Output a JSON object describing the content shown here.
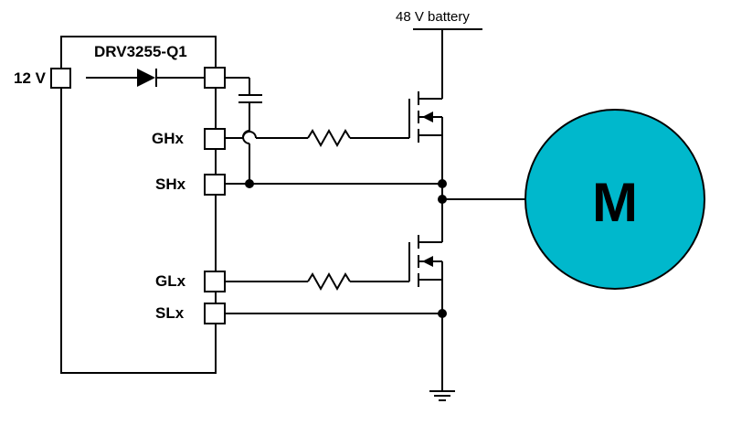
{
  "ic": {
    "part_name": "DRV3255-Q1",
    "supply_label": "12 V",
    "pins": {
      "gate_high": "GHx",
      "source_high": "SHx",
      "gate_low": "GLx",
      "source_low": "SLx"
    }
  },
  "battery": {
    "label": "48 V battery"
  },
  "motor": {
    "label": "M",
    "color": "#00B8CC"
  }
}
